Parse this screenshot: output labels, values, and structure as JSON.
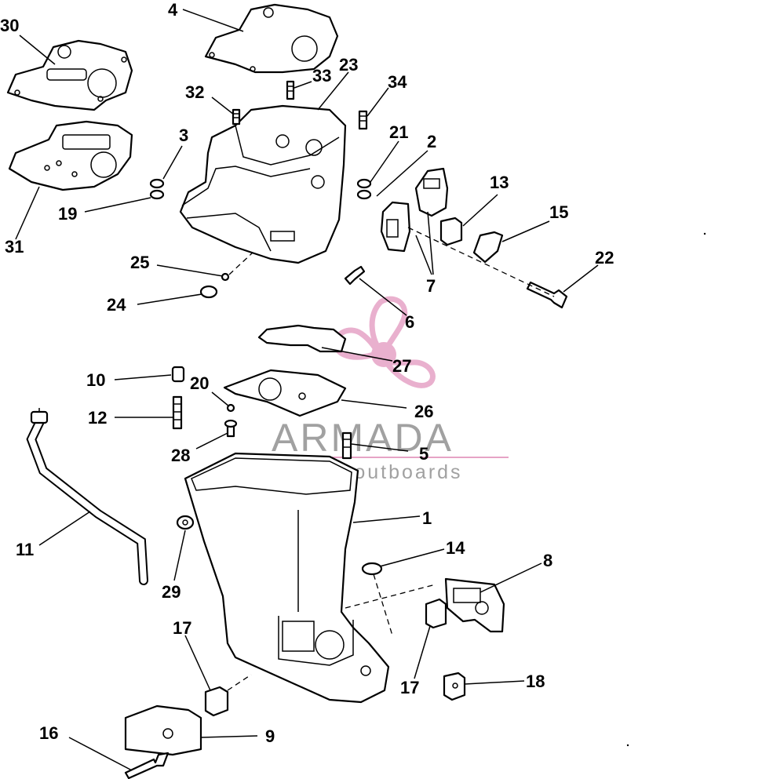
{
  "labels": {
    "l1": "1",
    "l2": "2",
    "l3": "3",
    "l4": "4",
    "l5": "5",
    "l6": "6",
    "l7": "7",
    "l8": "8",
    "l9": "9",
    "l10": "10",
    "l11": "11",
    "l12": "12",
    "l13": "13",
    "l14": "14",
    "l15": "15",
    "l16": "16",
    "l17a": "17",
    "l17b": "17",
    "l18": "18",
    "l19": "19",
    "l20": "20",
    "l21": "21",
    "l22": "22",
    "l23": "23",
    "l24": "24",
    "l25": "25",
    "l26": "26",
    "l27": "27",
    "l28": "28",
    "l29": "29",
    "l30": "30",
    "l31": "31",
    "l32": "32",
    "l33": "33",
    "l34": "34"
  },
  "watermark": {
    "brand": "ARMADA",
    "tagline": "marine outboards",
    "color_pink": "#e6a3c6",
    "color_gray": "#8a8a8a"
  }
}
